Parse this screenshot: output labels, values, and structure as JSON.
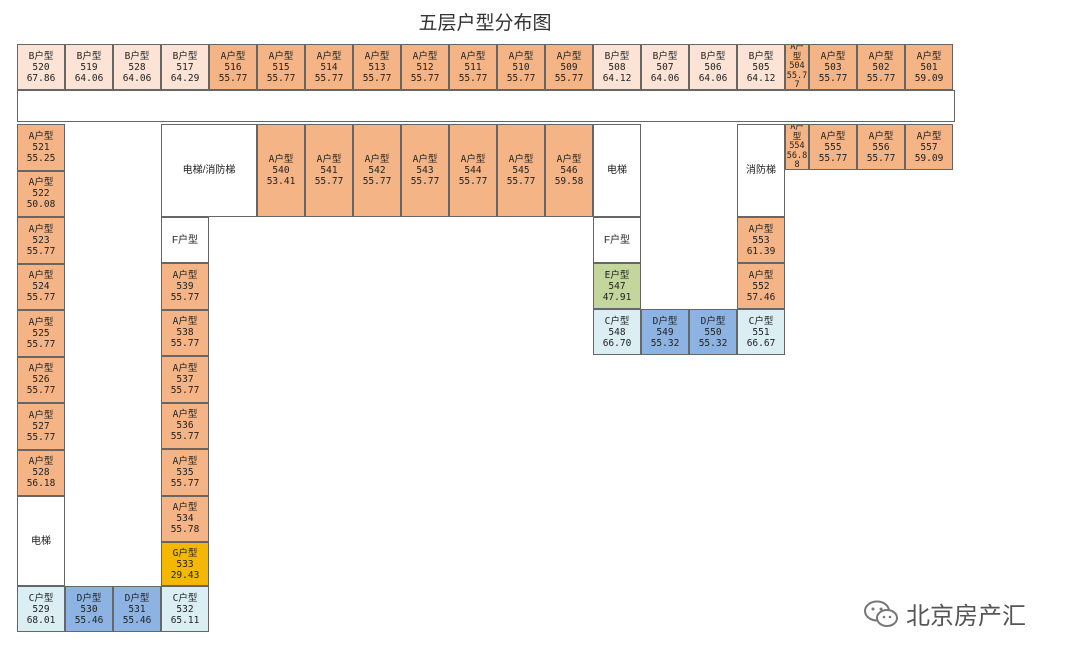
{
  "title": "五层户型分布图",
  "watermark": "北京房产汇",
  "icon": "wechat-icon",
  "colors": {
    "A": "#f4b486",
    "B": "#fbe3d6",
    "C": "#dbeef4",
    "D": "#8db3e2",
    "E": "#c3d69b",
    "G": "#f5b800"
  },
  "units": [
    {
      "type": "B户型",
      "num": "520",
      "area": "67.86",
      "cls": "B"
    },
    {
      "type": "B户型",
      "num": "519",
      "area": "64.06",
      "cls": "B"
    },
    {
      "type": "B户型",
      "num": "528",
      "area": "64.06",
      "cls": "B"
    },
    {
      "type": "B户型",
      "num": "517",
      "area": "64.29",
      "cls": "B"
    },
    {
      "type": "A户型",
      "num": "516",
      "area": "55.77",
      "cls": "A"
    },
    {
      "type": "A户型",
      "num": "515",
      "area": "55.77",
      "cls": "A"
    },
    {
      "type": "A户型",
      "num": "514",
      "area": "55.77",
      "cls": "A"
    },
    {
      "type": "A户型",
      "num": "513",
      "area": "55.77",
      "cls": "A"
    },
    {
      "type": "A户型",
      "num": "512",
      "area": "55.77",
      "cls": "A"
    },
    {
      "type": "A户型",
      "num": "511",
      "area": "55.77",
      "cls": "A"
    },
    {
      "type": "A户型",
      "num": "510",
      "area": "55.77",
      "cls": "A"
    },
    {
      "type": "A户型",
      "num": "509",
      "area": "55.77",
      "cls": "A"
    },
    {
      "type": "B户型",
      "num": "508",
      "area": "64.12",
      "cls": "B"
    },
    {
      "type": "B户型",
      "num": "507",
      "area": "64.06",
      "cls": "B"
    },
    {
      "type": "B户型",
      "num": "506",
      "area": "64.06",
      "cls": "B"
    },
    {
      "type": "B户型",
      "num": "505",
      "area": "64.12",
      "cls": "B"
    },
    {
      "type": "A户型",
      "num": "504",
      "area": "55.77",
      "cls": "A"
    },
    {
      "type": "A户型",
      "num": "503",
      "area": "55.77",
      "cls": "A"
    },
    {
      "type": "A户型",
      "num": "502",
      "area": "55.77",
      "cls": "A"
    },
    {
      "type": "A户型",
      "num": "501",
      "area": "59.09",
      "cls": "A"
    },
    {
      "type": "A户型",
      "num": "521",
      "area": "55.25",
      "cls": "A"
    },
    {
      "type": "A户型",
      "num": "522",
      "area": "50.08",
      "cls": "A"
    },
    {
      "type": "A户型",
      "num": "523",
      "area": "55.77",
      "cls": "A"
    },
    {
      "type": "A户型",
      "num": "524",
      "area": "55.77",
      "cls": "A"
    },
    {
      "type": "A户型",
      "num": "525",
      "area": "55.77",
      "cls": "A"
    },
    {
      "type": "A户型",
      "num": "526",
      "area": "55.77",
      "cls": "A"
    },
    {
      "type": "A户型",
      "num": "527",
      "area": "55.77",
      "cls": "A"
    },
    {
      "type": "A户型",
      "num": "528",
      "area": "56.18",
      "cls": "A"
    },
    {
      "type": "电梯",
      "cls": "W"
    },
    {
      "type": "C户型",
      "num": "529",
      "area": "68.01",
      "cls": "C"
    },
    {
      "type": "D户型",
      "num": "530",
      "area": "55.46",
      "cls": "D"
    },
    {
      "type": "D户型",
      "num": "531",
      "area": "55.46",
      "cls": "D"
    },
    {
      "type": "C户型",
      "num": "532",
      "area": "65.11",
      "cls": "C"
    },
    {
      "type": "电梯/消防梯",
      "cls": "W"
    },
    {
      "type": "F户型",
      "cls": "W"
    },
    {
      "type": "A户型",
      "num": "539",
      "area": "55.77",
      "cls": "A"
    },
    {
      "type": "A户型",
      "num": "538",
      "area": "55.77",
      "cls": "A"
    },
    {
      "type": "A户型",
      "num": "537",
      "area": "55.77",
      "cls": "A"
    },
    {
      "type": "A户型",
      "num": "536",
      "area": "55.77",
      "cls": "A"
    },
    {
      "type": "A户型",
      "num": "535",
      "area": "55.77",
      "cls": "A"
    },
    {
      "type": "A户型",
      "num": "534",
      "area": "55.78",
      "cls": "A"
    },
    {
      "type": "G户型",
      "num": "533",
      "area": "29.43",
      "cls": "G"
    },
    {
      "type": "A户型",
      "num": "540",
      "area": "53.41",
      "cls": "A"
    },
    {
      "type": "A户型",
      "num": "541",
      "area": "55.77",
      "cls": "A"
    },
    {
      "type": "A户型",
      "num": "542",
      "area": "55.77",
      "cls": "A"
    },
    {
      "type": "A户型",
      "num": "543",
      "area": "55.77",
      "cls": "A"
    },
    {
      "type": "A户型",
      "num": "544",
      "area": "55.77",
      "cls": "A"
    },
    {
      "type": "A户型",
      "num": "545",
      "area": "55.77",
      "cls": "A"
    },
    {
      "type": "A户型",
      "num": "546",
      "area": "59.58",
      "cls": "A"
    },
    {
      "type": "电梯",
      "cls": "W"
    },
    {
      "type": "F户型",
      "cls": "W"
    },
    {
      "type": "E户型",
      "num": "547",
      "area": "47.91",
      "cls": "E"
    },
    {
      "type": "C户型",
      "num": "548",
      "area": "66.70",
      "cls": "C"
    },
    {
      "type": "D户型",
      "num": "549",
      "area": "55.32",
      "cls": "D"
    },
    {
      "type": "D户型",
      "num": "550",
      "area": "55.32",
      "cls": "D"
    },
    {
      "type": "C户型",
      "num": "551",
      "area": "66.67",
      "cls": "C"
    },
    {
      "type": "消防梯",
      "cls": "W"
    },
    {
      "type": "A户型",
      "num": "553",
      "area": "61.39",
      "cls": "A"
    },
    {
      "type": "A户型",
      "num": "552",
      "area": "57.46",
      "cls": "A"
    },
    {
      "type": "A户型",
      "num": "554",
      "area": "56.88",
      "cls": "A"
    },
    {
      "type": "A户型",
      "num": "555",
      "area": "55.77",
      "cls": "A"
    },
    {
      "type": "A户型",
      "num": "556",
      "area": "55.77",
      "cls": "A"
    },
    {
      "type": "A户型",
      "num": "557",
      "area": "59.09",
      "cls": "A"
    }
  ]
}
